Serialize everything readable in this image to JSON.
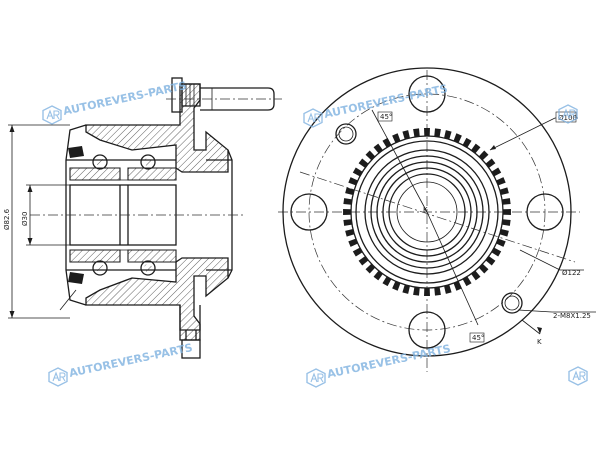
{
  "watermark": {
    "text": "AUTOREVERS-PARTS",
    "color": "#7fb2e0"
  },
  "side_view": {
    "dims": {
      "flange_diameter": "Ø82.6",
      "bore": "Ø30"
    }
  },
  "front_view": {
    "dims": {
      "pitch_circle": "Ø100",
      "outer": "Ø122",
      "holes": "2-M8X1.25",
      "angle_top": "45°",
      "angle_bottom": "45°",
      "section_mark": "K",
      "center_mark": "K"
    }
  }
}
